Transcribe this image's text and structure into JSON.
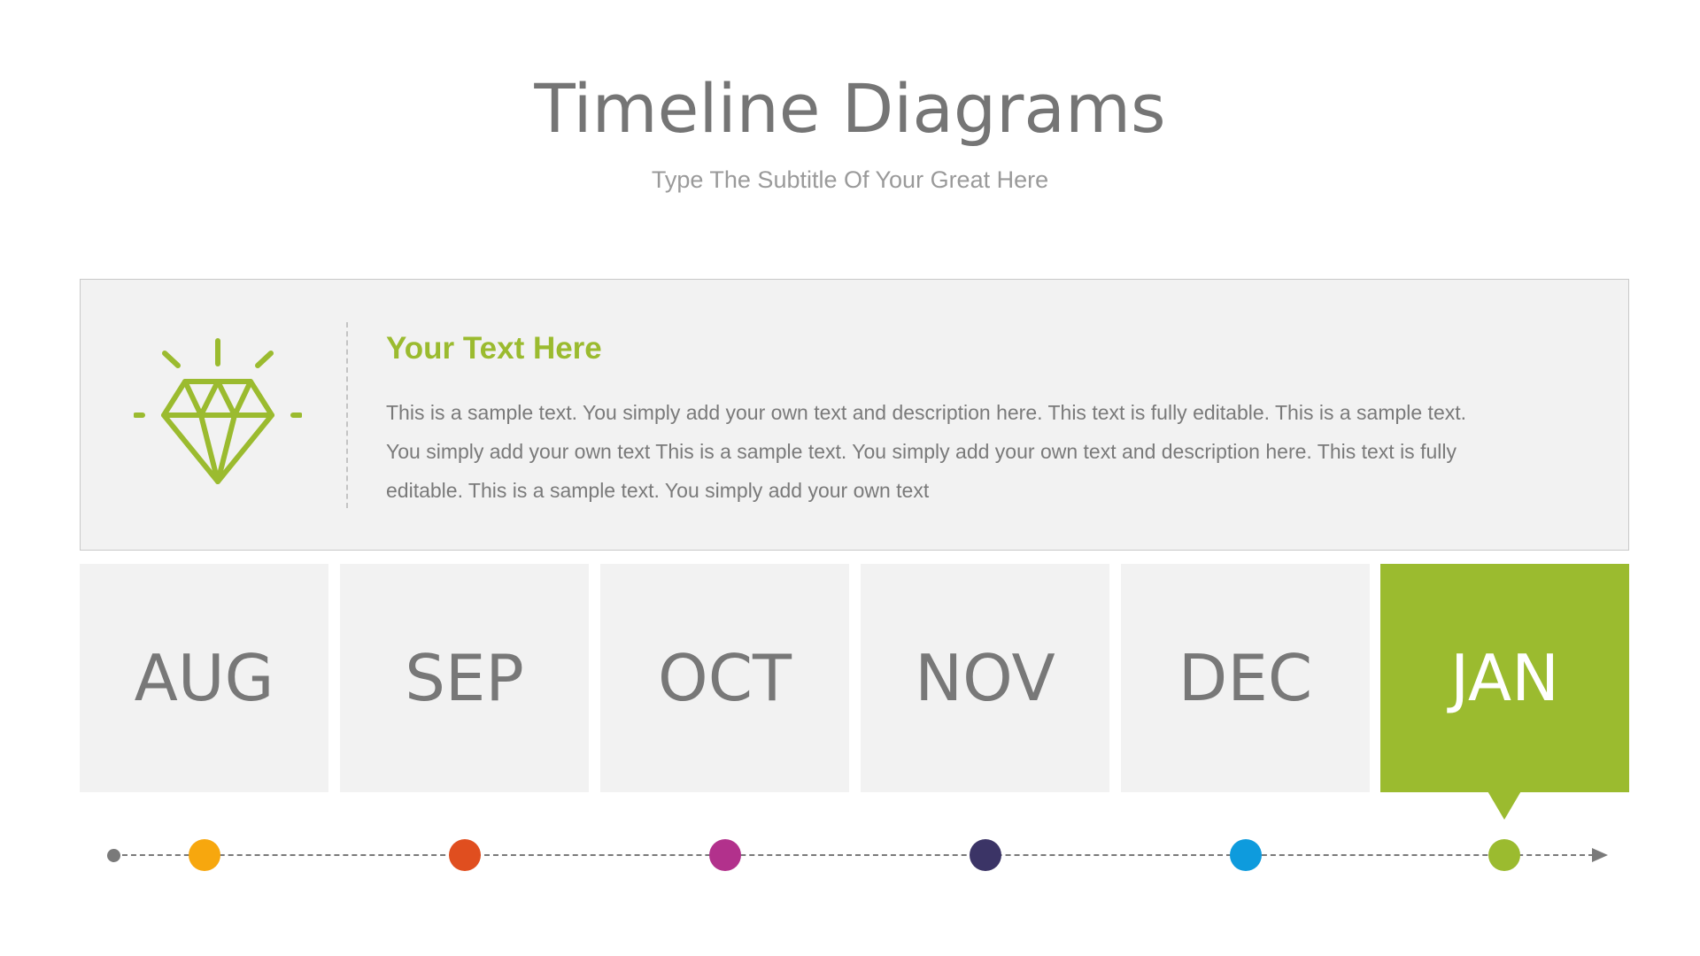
{
  "header": {
    "title": "Timeline Diagrams",
    "subtitle": "Type The Subtitle Of Your Great Here"
  },
  "info": {
    "icon": "diamond-icon",
    "heading": "Your Text Here",
    "body": "This is a sample text. You simply add your own text and description here. This text is fully editable. This is a sample text. You simply add your own text This is a sample text. You simply add your own text and description here. This text is fully editable. This is a sample text. You simply add your own text"
  },
  "months": [
    {
      "label": "AUG",
      "dot_color": "#f7a70e"
    },
    {
      "label": "SEP",
      "dot_color": "#e04e1f"
    },
    {
      "label": "OCT",
      "dot_color": "#b2318c"
    },
    {
      "label": "NOV",
      "dot_color": "#3b3466"
    },
    {
      "label": "DEC",
      "dot_color": "#0e9bdd"
    },
    {
      "label": "JAN",
      "dot_color": "#9bbb2f"
    }
  ],
  "active_month": "JAN",
  "colors": {
    "accent": "#9bbb2f",
    "panel": "#f2f2f2",
    "text": "#787878"
  }
}
